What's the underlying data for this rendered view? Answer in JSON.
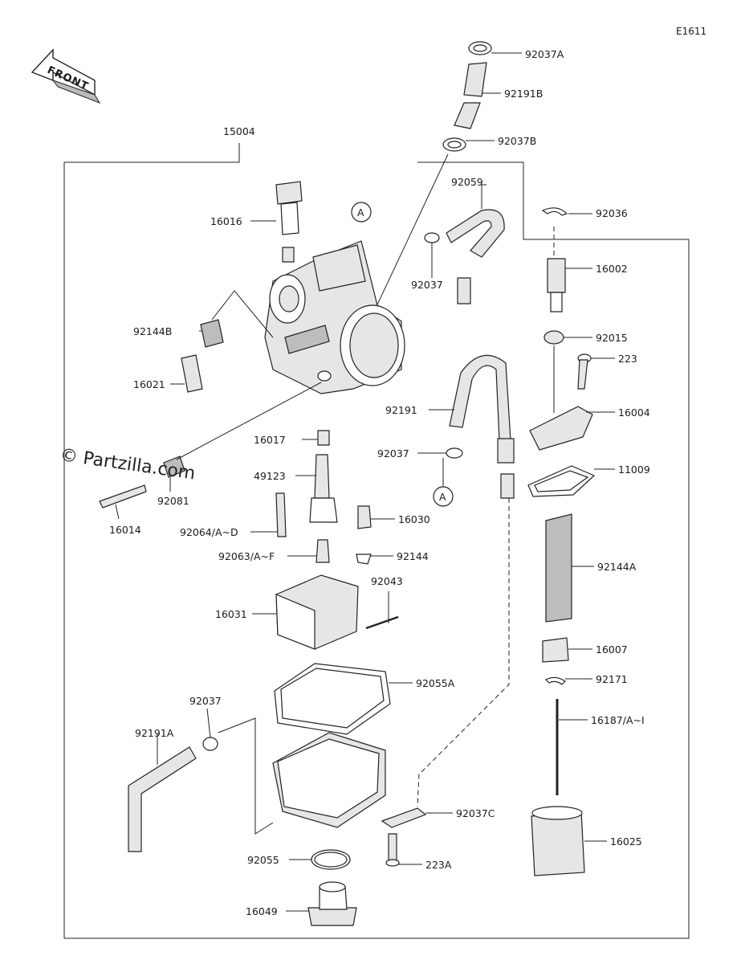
{
  "diagram_code": "E1611",
  "front_label": "FRONT",
  "watermark": "© Partzilla.com",
  "ref_marker": "A",
  "parts": [
    {
      "id": "p92037A",
      "number": "92037A"
    },
    {
      "id": "p92191B",
      "number": "92191B"
    },
    {
      "id": "p92037B",
      "number": "92037B"
    },
    {
      "id": "p15004",
      "number": "15004"
    },
    {
      "id": "p92059",
      "number": "92059"
    },
    {
      "id": "p92036",
      "number": "92036"
    },
    {
      "id": "p16016",
      "number": "16016"
    },
    {
      "id": "p16002",
      "number": "16002"
    },
    {
      "id": "p92037",
      "number": "92037"
    },
    {
      "id": "p92015",
      "number": "92015"
    },
    {
      "id": "p92144B",
      "number": "92144B"
    },
    {
      "id": "p223",
      "number": "223"
    },
    {
      "id": "p16021",
      "number": "16021"
    },
    {
      "id": "p92191",
      "number": "92191"
    },
    {
      "id": "p16004",
      "number": "16004"
    },
    {
      "id": "p16017",
      "number": "16017"
    },
    {
      "id": "p92037b2",
      "number": "92037"
    },
    {
      "id": "p11009",
      "number": "11009"
    },
    {
      "id": "p49123",
      "number": "49123"
    },
    {
      "id": "p92081",
      "number": "92081"
    },
    {
      "id": "p16014",
      "number": "16014"
    },
    {
      "id": "p16030",
      "number": "16030"
    },
    {
      "id": "p92064",
      "number": "92064/A~D"
    },
    {
      "id": "p92063",
      "number": "92063/A~F"
    },
    {
      "id": "p92144",
      "number": "92144"
    },
    {
      "id": "p92144A",
      "number": "92144A"
    },
    {
      "id": "p92043",
      "number": "92043"
    },
    {
      "id": "p16031",
      "number": "16031"
    },
    {
      "id": "p16007",
      "number": "16007"
    },
    {
      "id": "p92055A",
      "number": "92055A"
    },
    {
      "id": "p92171",
      "number": "92171"
    },
    {
      "id": "p92037c3",
      "number": "92037"
    },
    {
      "id": "p16187",
      "number": "16187/A~I"
    },
    {
      "id": "p92191A",
      "number": "92191A"
    },
    {
      "id": "p92037C",
      "number": "92037C"
    },
    {
      "id": "p16025",
      "number": "16025"
    },
    {
      "id": "p92055",
      "number": "92055"
    },
    {
      "id": "p223A",
      "number": "223A"
    },
    {
      "id": "p16049",
      "number": "16049"
    }
  ]
}
